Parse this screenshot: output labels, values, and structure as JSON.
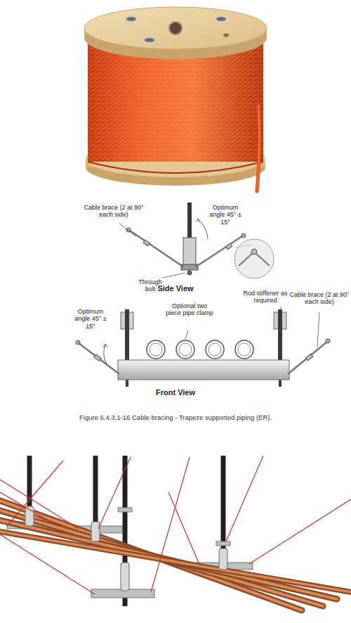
{
  "diagram": {
    "caption": "Figure 6.4.3.1-16 Cable bracing - Trapeze supported piping (ER).",
    "labels": [
      "Cable brace (2 at 90° each side)",
      "Optimum angle 45° ± 15°",
      "Through bolt",
      "Side View",
      "Rod stiffener as required",
      "Cable brace (2 at 90° each side)",
      "Optimum angle 45° ± 15°",
      "Optional two piece pipe clamp",
      "Front View"
    ]
  }
}
